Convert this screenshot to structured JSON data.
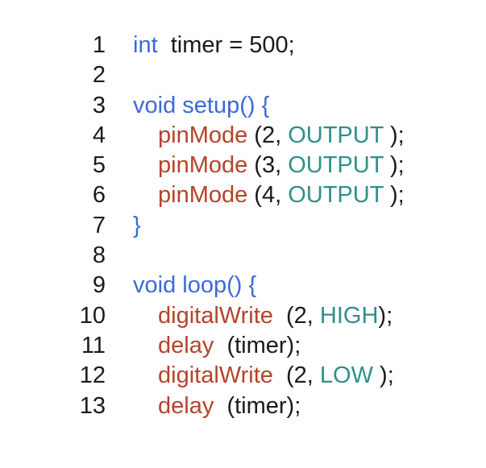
{
  "colors": {
    "keyword": "#3a6ad8",
    "function": "#b5432b",
    "constant": "#2f8f8c",
    "plain": "#1a1a1a"
  },
  "lines": [
    {
      "num": "1",
      "indent": false,
      "tokens": [
        {
          "text": "int",
          "kind": "keyword"
        },
        {
          "text": "  timer = 500;",
          "kind": "plain"
        }
      ]
    },
    {
      "num": "2",
      "indent": false,
      "tokens": []
    },
    {
      "num": "3",
      "indent": false,
      "tokens": [
        {
          "text": "void setup() {",
          "kind": "keyword"
        }
      ]
    },
    {
      "num": "4",
      "indent": true,
      "tokens": [
        {
          "text": "pinMode",
          "kind": "function"
        },
        {
          "text": " (2, ",
          "kind": "plain"
        },
        {
          "text": "OUTPUT",
          "kind": "constant"
        },
        {
          "text": " );",
          "kind": "plain"
        }
      ]
    },
    {
      "num": "5",
      "indent": true,
      "tokens": [
        {
          "text": "pinMode",
          "kind": "function"
        },
        {
          "text": " (3, ",
          "kind": "plain"
        },
        {
          "text": "OUTPUT",
          "kind": "constant"
        },
        {
          "text": " );",
          "kind": "plain"
        }
      ]
    },
    {
      "num": "6",
      "indent": true,
      "tokens": [
        {
          "text": "pinMode",
          "kind": "function"
        },
        {
          "text": " (4, ",
          "kind": "plain"
        },
        {
          "text": "OUTPUT",
          "kind": "constant"
        },
        {
          "text": " );",
          "kind": "plain"
        }
      ]
    },
    {
      "num": "7",
      "indent": false,
      "tokens": [
        {
          "text": "}",
          "kind": "keyword"
        }
      ]
    },
    {
      "num": "8",
      "indent": false,
      "tokens": []
    },
    {
      "num": "9",
      "indent": false,
      "tokens": [
        {
          "text": "void loop() {",
          "kind": "keyword"
        }
      ]
    },
    {
      "num": "10",
      "indent": true,
      "tokens": [
        {
          "text": "digitalWrite",
          "kind": "function"
        },
        {
          "text": "  (2, ",
          "kind": "plain"
        },
        {
          "text": "HIGH",
          "kind": "constant"
        },
        {
          "text": ");",
          "kind": "plain"
        }
      ]
    },
    {
      "num": "11",
      "indent": true,
      "tokens": [
        {
          "text": "delay",
          "kind": "function"
        },
        {
          "text": "  (timer);",
          "kind": "plain"
        }
      ]
    },
    {
      "num": "12",
      "indent": true,
      "tokens": [
        {
          "text": "digitalWrite",
          "kind": "function"
        },
        {
          "text": "  (2, ",
          "kind": "plain"
        },
        {
          "text": "LOW",
          "kind": "constant"
        },
        {
          "text": " );",
          "kind": "plain"
        }
      ]
    },
    {
      "num": "13",
      "indent": true,
      "tokens": [
        {
          "text": "delay",
          "kind": "function"
        },
        {
          "text": "  (timer);",
          "kind": "plain"
        }
      ]
    }
  ]
}
